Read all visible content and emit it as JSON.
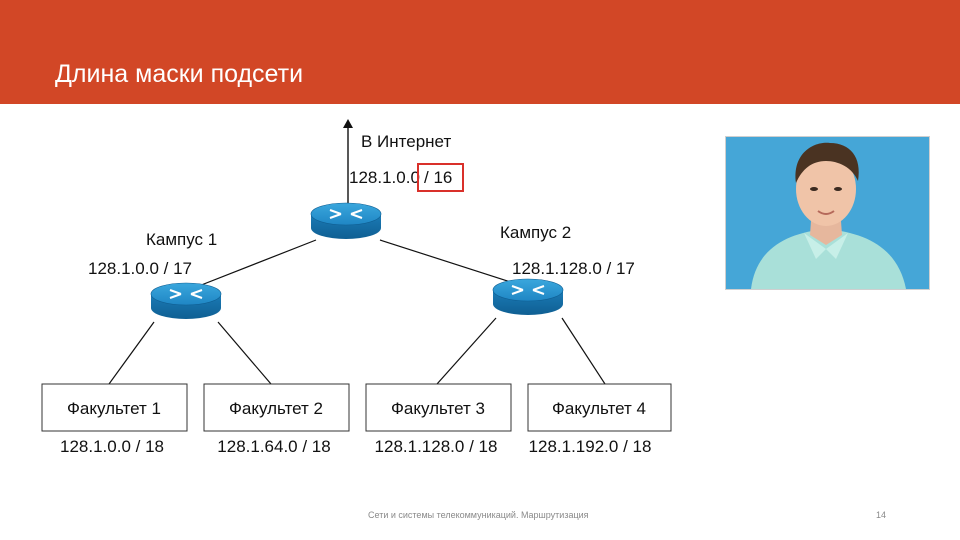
{
  "slide": {
    "title": "Длина маски подсети",
    "footer": "Сети и системы телекоммуникаций. Маршрутизация",
    "page_number": "14",
    "accent_color": "#d24726"
  },
  "diagram": {
    "internet_label": "В Интернет",
    "root_prefix": "128.1.0.0",
    "root_mask": "/ 16",
    "campus1": {
      "label": "Кампус 1",
      "network": "128.1.0.0 / 17"
    },
    "campus2": {
      "label": "Кампус 2",
      "network": "128.1.128.0 / 17"
    },
    "faculties": [
      {
        "label": "Факультет 1",
        "network": "128.1.0.0 / 18"
      },
      {
        "label": "Факультет 2",
        "network": "128.1.64.0 / 18"
      },
      {
        "label": "Факультет 3",
        "network": "128.1.128.0 / 18"
      },
      {
        "label": "Факультет 4",
        "network": "128.1.192.0 / 18"
      }
    ],
    "router_icon": "router-icon",
    "highlight_color": "#d9302a"
  },
  "webcam": {
    "icon": "presenter-video-icon"
  }
}
